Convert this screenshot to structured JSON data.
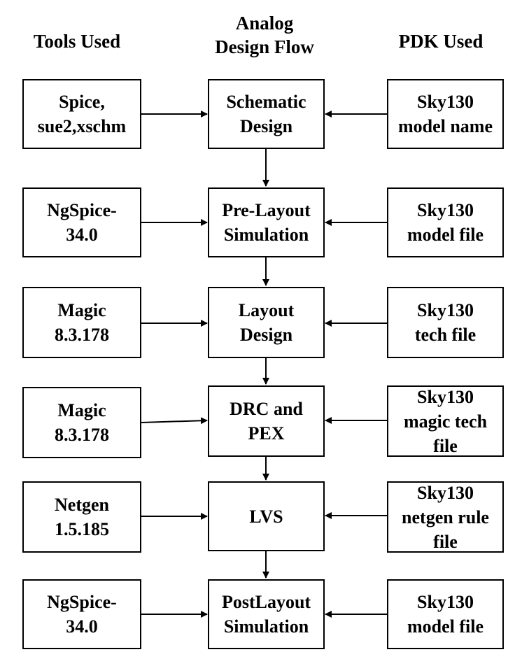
{
  "headers": {
    "tools": "Tools Used",
    "flow": "Analog\nDesign Flow",
    "pdk": "PDK Used"
  },
  "rows": [
    {
      "tool": "Spice,\nsue2,xschm",
      "step": "Schematic\nDesign",
      "pdk": "Sky130\nmodel name"
    },
    {
      "tool": "NgSpice-\n34.0",
      "step": "Pre-Layout\nSimulation",
      "pdk": "Sky130\nmodel file"
    },
    {
      "tool": "Magic\n8.3.178",
      "step": "Layout\nDesign",
      "pdk": "Sky130\ntech file"
    },
    {
      "tool": "Magic\n8.3.178",
      "step": "DRC and\nPEX",
      "pdk": "Sky130\nmagic tech\nfile"
    },
    {
      "tool": "Netgen\n1.5.185",
      "step": "LVS",
      "pdk": "Sky130\nnetgen rule\nfile"
    },
    {
      "tool": "NgSpice-\n34.0",
      "step": "PostLayout\nSimulation",
      "pdk": "Sky130\nmodel file"
    }
  ]
}
